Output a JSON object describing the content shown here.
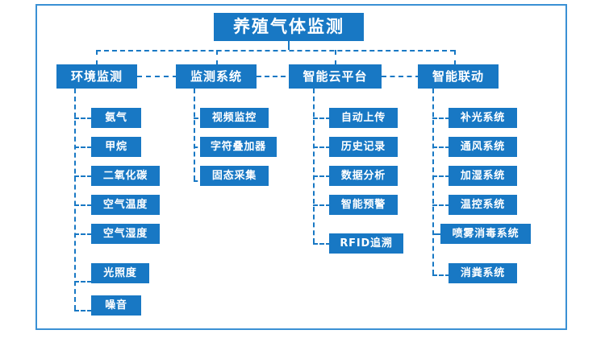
{
  "diagram": {
    "title": "养殖气体监测",
    "accent_color": "#1878c4",
    "frame_color": "#3a90d4",
    "branches": [
      {
        "label": "环境监测",
        "children": [
          "氨气",
          "甲烷",
          "二氧化碳",
          "空气温度",
          "空气湿度",
          "光照度",
          "噪音"
        ]
      },
      {
        "label": "监测系统",
        "children": [
          "视频监控",
          "字符叠加器",
          "固态采集"
        ]
      },
      {
        "label": "智能云平台",
        "children": [
          "自动上传",
          "历史记录",
          "数据分析",
          "智能预警",
          "RFID追溯"
        ]
      },
      {
        "label": "智能联动",
        "children": [
          "补光系统",
          "通风系统",
          "加湿系统",
          "温控系统",
          "喷雾消毒系统",
          "消粪系统"
        ]
      }
    ]
  }
}
